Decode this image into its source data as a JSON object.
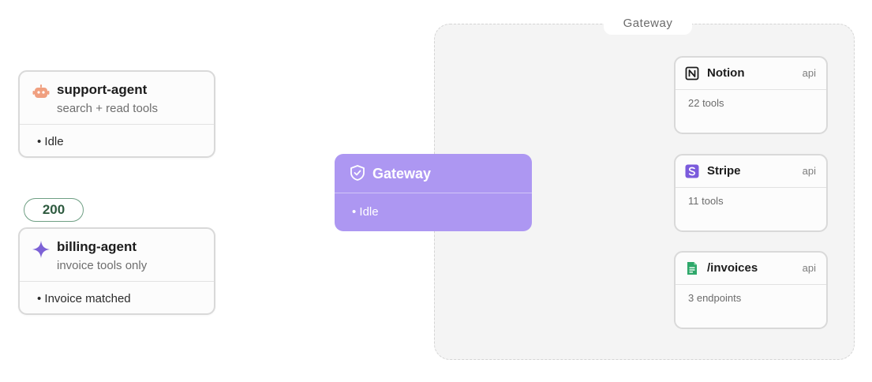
{
  "group": {
    "label": "Gateway"
  },
  "agents": [
    {
      "name": "support-agent",
      "description": "search + read tools",
      "status": "• Idle",
      "icon": "robot-icon",
      "icon_color": "#f0a080"
    },
    {
      "name": "billing-agent",
      "description": "invoice tools only",
      "status": "• Invoice matched",
      "icon": "sparkle-icon",
      "icon_color": "#7d62d6"
    }
  ],
  "response_badge": {
    "label": "200",
    "color": "#6f9f84"
  },
  "gateway": {
    "name": "Gateway",
    "status": "• Idle",
    "icon": "shield-check-icon",
    "color": "#ad97f2"
  },
  "tools": [
    {
      "name": "Notion",
      "kind": "api",
      "count": "22 tools",
      "icon": "notion-icon"
    },
    {
      "name": "Stripe",
      "kind": "api",
      "count": "11 tools",
      "icon": "stripe-icon",
      "icon_color": "#7b5bdc"
    },
    {
      "name": "/invoices",
      "kind": "api",
      "count": "3 endpoints",
      "icon": "sheet-icon",
      "icon_color": "#2ea86a"
    }
  ]
}
